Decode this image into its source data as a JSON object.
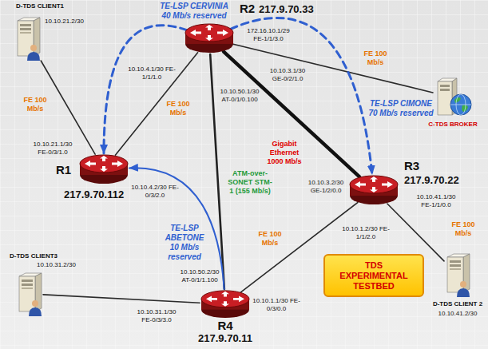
{
  "diagram": {
    "nodes": [
      {
        "text": [
          "D-TDS CLIENT1",
          "10.10.21.2/30"
        ]
      },
      {
        "text": [
          "R2",
          "217.9.70.33"
        ]
      },
      {
        "text": [
          "C-TDS BROKER"
        ]
      },
      {
        "text": [
          "R1",
          "217.9.70.112"
        ]
      },
      {
        "text": [
          "R3",
          "217.9.70.22"
        ]
      },
      {
        "text": [
          "D-TDS CLIENT3",
          "10.10.31.2/30"
        ]
      },
      {
        "text": [
          "R4",
          "217.9.70.11"
        ]
      },
      {
        "text": [
          "D-TDS CLIENT 2",
          "10.10.41.2/30"
        ]
      },
      {
        "text": [
          "TDS EXPERIMENTAL TESTBED"
        ]
      }
    ],
    "edges": [
      {
        "from": 0,
        "to": 3,
        "arrow": "none",
        "label": "FE 100 Mb/s"
      },
      {
        "from": 3,
        "to": 1,
        "arrow": "none",
        "label": "FE 100 Mb/s"
      },
      {
        "from": 1,
        "to": 2,
        "arrow": "none",
        "label": "FE 100 Mb/s"
      },
      {
        "from": 1,
        "to": 4,
        "arrow": "none",
        "label": "Gigabit Ethernet 1000 Mb/s"
      },
      {
        "from": 1,
        "to": 6,
        "arrow": "none",
        "label": "ATM-over-SONET STM-1 (155 Mb/s)"
      },
      {
        "from": 6,
        "to": 4,
        "arrow": "none",
        "label": "FE 100 Mb/s"
      },
      {
        "from": 4,
        "to": 7,
        "arrow": "none",
        "label": "FE 100 Mb/s"
      },
      {
        "from": 5,
        "to": 6,
        "arrow": "none"
      },
      {
        "from": 1,
        "to": 3,
        "arrow": "to",
        "label": "TE-LSP CERVINIA 40 Mb/s reserved"
      },
      {
        "from": 1,
        "to": 4,
        "arrow": "to",
        "label": "TE-LSP CIMONE 70 Mb/s reserved"
      },
      {
        "from": 6,
        "to": 3,
        "arrow": "to",
        "label": "TE-LSP ABETONE 10 Mb/s reserved"
      }
    ],
    "labels": [
      "10.10.4.1/30 FE-1/1/1.0",
      "172.16.10.1/29 FE-1/1/3.0",
      "10.10.3.1/30 GE-0/2/1.0",
      "10.10.50.1/30 AT-0/1/0.100",
      "10.10.21.1/30 FE-0/3/1.0",
      "10.10.4.2/30 FE-0/3/2.0",
      "10.10.3.2/30 GE-1/2/0.0",
      "10.10.41.1/30 FE-1/1/0.0",
      "10.10.1.2/30 FE-1/1/2.0",
      "10.10.50.2/30 AT-0/1/1.100",
      "10.10.31.1/30 FE-0/3/3.0",
      "10.10.1.1/30 FE-0/3/0.0"
    ]
  }
}
